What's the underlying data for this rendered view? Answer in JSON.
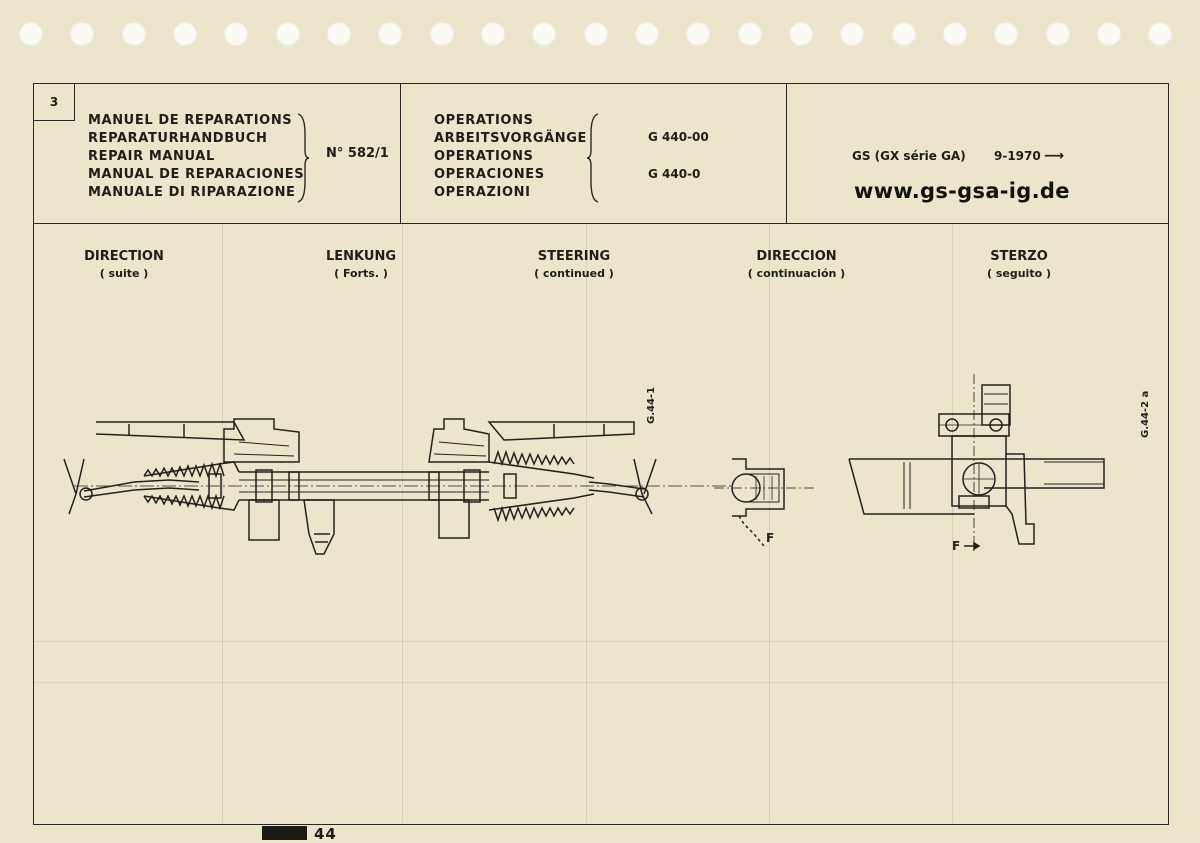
{
  "header": {
    "page_number": "3",
    "manual_titles": [
      "MANUEL DE REPARATIONS",
      "REPARATURHANDBUCH",
      "REPAIR MANUAL",
      "MANUAL DE REPARACIONES",
      "MANUALE DI RIPARAZIONE"
    ],
    "manual_number": "N° 582/1",
    "operations_titles": [
      "OPERATIONS",
      "ARBEITSVORGÄNGE",
      "OPERATIONS",
      "OPERACIONES",
      "OPERAZIONI"
    ],
    "operation_codes": [
      "G 440-00",
      "G 440-0"
    ],
    "model": "GS (GX série GA)",
    "date": "9-1970",
    "arrow": "⟶",
    "website": "www.gs-gsa-ig.de"
  },
  "section_titles": [
    {
      "title": "DIRECTION",
      "subtitle": "( suite )"
    },
    {
      "title": "LENKUNG",
      "subtitle": "( Forts. )"
    },
    {
      "title": "STEERING",
      "subtitle": "( continued )"
    },
    {
      "title": "DIRECCION",
      "subtitle": "( continuación )"
    },
    {
      "title": "STERZO",
      "subtitle": "( seguito )"
    }
  ],
  "figures": {
    "left_ref": "G.44-1",
    "right_ref": "G.44-2 a",
    "label_f1": "F",
    "label_f2": "F"
  },
  "footer": {
    "page": "44"
  }
}
